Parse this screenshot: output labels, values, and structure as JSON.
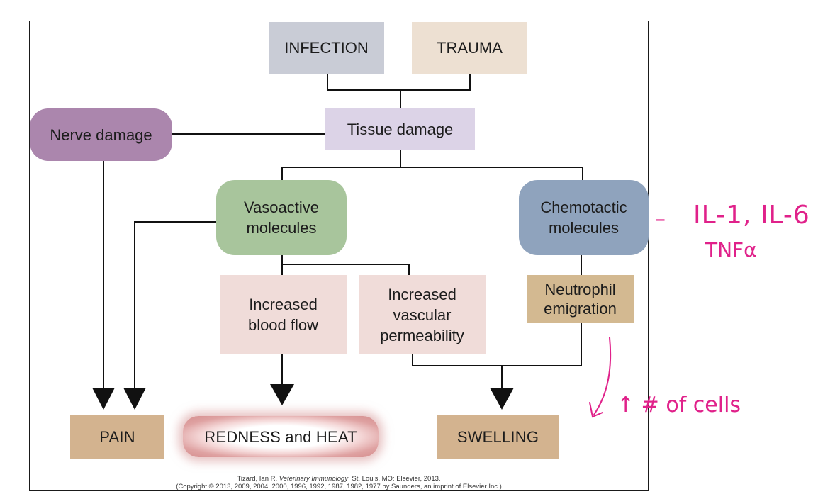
{
  "diagram": {
    "nodes": {
      "infection": "INFECTION",
      "trauma": "TRAUMA",
      "tissue_damage": "Tissue damage",
      "nerve_damage": "Nerve damage",
      "vasoactive_line1": "Vasoactive",
      "vasoactive_line2": "molecules",
      "chemotactic_line1": "Chemotactic",
      "chemotactic_line2": "molecules",
      "blood_flow_line1": "Increased",
      "blood_flow_line2": "blood flow",
      "vascular_line1": "Increased",
      "vascular_line2": "vascular",
      "vascular_line3": "permeability",
      "neutrophil_line1": "Neutrophil",
      "neutrophil_line2": "emigration",
      "pain": "PAIN",
      "redness_heat": "REDNESS and HEAT",
      "swelling": "SWELLING"
    },
    "colors": {
      "infection": "#c9ccd6",
      "trauma": "#ede0d2",
      "tissue_damage": "#dcd3e7",
      "nerve_damage": "#ab86ad",
      "vasoactive": "#a8c59c",
      "chemotactic": "#8fa3bd",
      "pale_pink": "#f0dcd9",
      "neutrophil": "#d3b991",
      "outcome": "#d3b38f",
      "line": "#111111",
      "annotation": "#e0218a"
    },
    "citation": {
      "line1_prefix": "Tizard, Ian R. ",
      "line1_title": "Veterinary Immunology",
      "line1_suffix": ". St. Louis, MO: Elsevier, 2013.",
      "line2": "(Copyright © 2013, 2009, 2004, 2000, 1996, 1992, 1987, 1982, 1977 by Saunders, an imprint of Elsevier Inc.)"
    }
  },
  "annotations": {
    "dash": "–",
    "cytokines_line1": "IL-1, IL-6",
    "cytokines_line2": "TNFα",
    "cells_note": "↑ # of cells"
  }
}
